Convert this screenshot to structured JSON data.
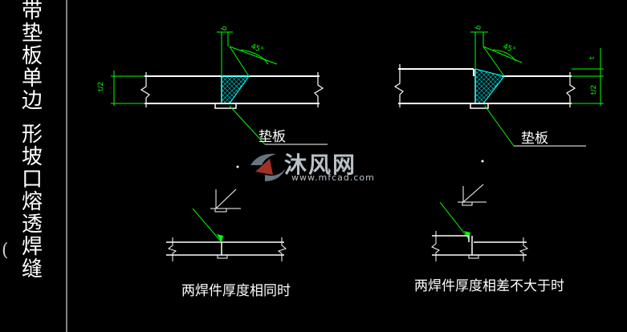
{
  "title_vertical": [
    "带",
    "垫",
    "板",
    "单",
    "边",
    "",
    "形",
    "坡",
    "口",
    "熔",
    "透",
    "焊",
    "缝"
  ],
  "left_note": "(",
  "left_panel": {
    "pad_label": "垫板",
    "caption": "两焊件厚度相同时",
    "dims": {
      "top": "b",
      "side": "t/2",
      "angle": "45°"
    }
  },
  "right_panel": {
    "pad_label": "垫板",
    "caption": "两焊件厚度相差不大于时",
    "dims": {
      "top": "b",
      "angle": "45°",
      "side_top": "t",
      "side_bottom": "t/2"
    }
  },
  "watermark": {
    "brand": "沐风网",
    "url": "www.mfcad.com"
  },
  "colors": {
    "background": "#000000",
    "lines": "#ffffff",
    "dimensions": "#00ff00",
    "hatch": "#00ffff",
    "leader": "#00ff00"
  }
}
